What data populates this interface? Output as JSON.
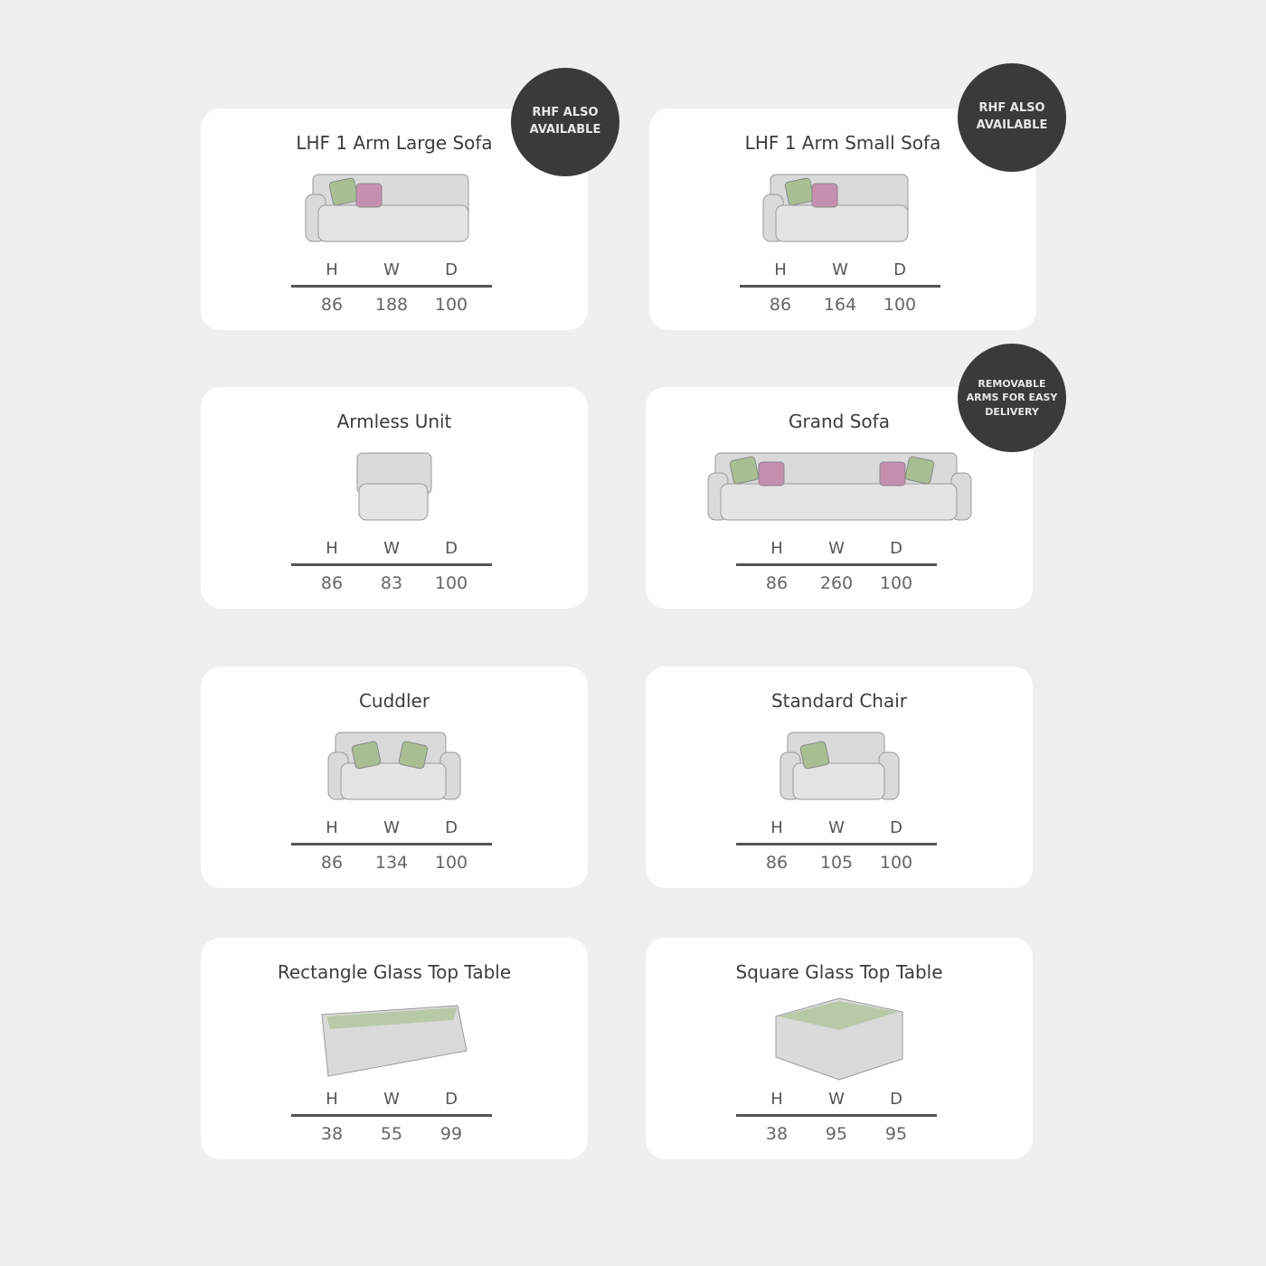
{
  "dimension_labels": {
    "h": "H",
    "w": "W",
    "d": "D"
  },
  "products": [
    {
      "title": "LHF 1 Arm Large Sofa",
      "h": "86",
      "w": "188",
      "d": "100",
      "badge": "RHF ALSO\nAVAILABLE"
    },
    {
      "title": "LHF 1 Arm Small Sofa",
      "h": "86",
      "w": "164",
      "d": "100",
      "badge": "RHF ALSO\nAVAILABLE"
    },
    {
      "title": "Armless Unit",
      "h": "86",
      "w": "83",
      "d": "100"
    },
    {
      "title": "Grand Sofa",
      "h": "86",
      "w": "260",
      "d": "100",
      "badge": "REMOVABLE\nARMS FOR EASY\nDELIVERY"
    },
    {
      "title": "Cuddler",
      "h": "86",
      "w": "134",
      "d": "100"
    },
    {
      "title": "Standard Chair",
      "h": "86",
      "w": "105",
      "d": "100"
    },
    {
      "title": "Rectangle Glass Top Table",
      "h": "38",
      "w": "55",
      "d": "99"
    },
    {
      "title": "Square Glass Top Table",
      "h": "38",
      "w": "95",
      "d": "95"
    }
  ],
  "colors": {
    "background": "#efefed",
    "card": "#ffffff",
    "badge": "#3a3a3a",
    "fabric": "#d9d9d9",
    "cushion_green": "#a9bf93",
    "cushion_pink": "#c590b0",
    "glass": "#b9c9a8"
  }
}
